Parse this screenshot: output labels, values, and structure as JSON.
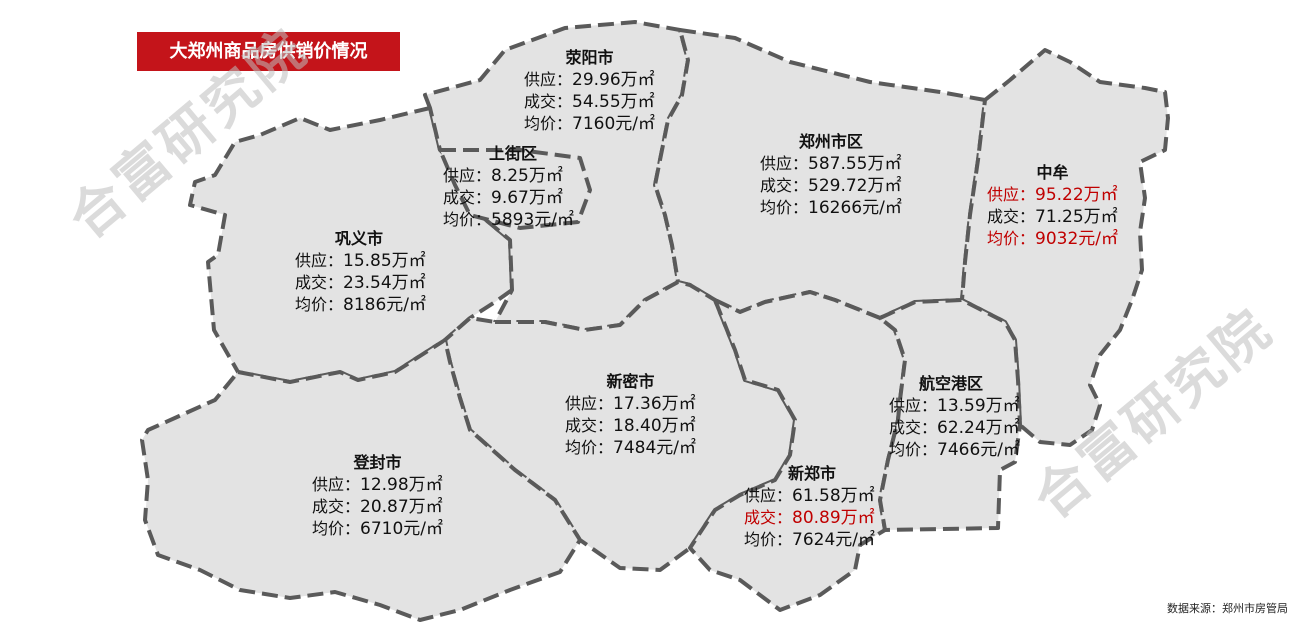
{
  "title": "大郑州商品房供销价情况",
  "source": "数据来源：郑州市房管局",
  "watermark": "合富研究院",
  "colors": {
    "title_bg": "#c4141a",
    "highlight": "#c00000",
    "region_fill": "#e3e3e3",
    "border": "#5a5a5a"
  },
  "regions": {
    "xingyang": {
      "name": "荥阳市",
      "supply_label": "供应：",
      "supply_val": "29.96万㎡",
      "deal_label": "成交：",
      "deal_val": "54.55万㎡",
      "price_label": "均价：",
      "price_val": "7160元/㎡"
    },
    "shangjie": {
      "name": "上街区",
      "supply_label": "供应：",
      "supply_val": "8.25万㎡",
      "deal_label": "成交：",
      "deal_val": "9.67万㎡",
      "price_label": "均价：",
      "price_val": "5893元/㎡"
    },
    "zhengzhou": {
      "name": "郑州市区",
      "supply_label": "供应：",
      "supply_val": "587.55万㎡",
      "deal_label": "成交：",
      "deal_val": "529.72万㎡",
      "price_label": "均价：",
      "price_val": "16266元/㎡"
    },
    "zhongmou": {
      "name": "中牟",
      "supply_label": "供应：",
      "supply_val": "95.22万㎡",
      "deal_label": "成交：",
      "deal_val": "71.25万㎡",
      "price_label": "均价：",
      "price_val": "9032元/㎡"
    },
    "gongyi": {
      "name": "巩义市",
      "supply_label": "供应：",
      "supply_val": "15.85万㎡",
      "deal_label": "成交：",
      "deal_val": "23.54万㎡",
      "price_label": "均价：",
      "price_val": "8186元/㎡"
    },
    "xinmi": {
      "name": "新密市",
      "supply_label": "供应：",
      "supply_val": "17.36万㎡",
      "deal_label": "成交：",
      "deal_val": "18.40万㎡",
      "price_label": "均价：",
      "price_val": "7484元/㎡"
    },
    "hangkonggang": {
      "name": "航空港区",
      "supply_label": "供应：",
      "supply_val": "13.59万㎡",
      "deal_label": "成交：",
      "deal_val": "62.24万㎡",
      "price_label": "均价：",
      "price_val": "7466元/㎡"
    },
    "dengfeng": {
      "name": "登封市",
      "supply_label": "供应：",
      "supply_val": "12.98万㎡",
      "deal_label": "成交：",
      "deal_val": "20.87万㎡",
      "price_label": "均价：",
      "price_val": "6710元/㎡"
    },
    "xinzheng": {
      "name": "新郑市",
      "supply_label": "供应：",
      "supply_val": "61.58万㎡",
      "deal_label": "成交：",
      "deal_val": "80.89万㎡",
      "price_label": "均价：",
      "price_val": "7624元/㎡"
    }
  }
}
